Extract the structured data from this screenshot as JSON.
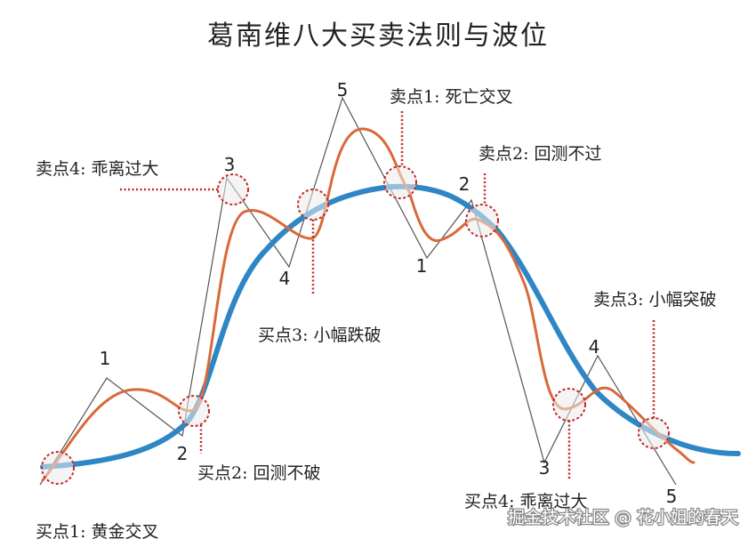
{
  "title": "葛南维八大买卖法则与波位",
  "watermark": "掘金技术社区 @ 花小姐的春天",
  "colors": {
    "ma_line": "#2e87c4",
    "price_line": "#d9693a",
    "wave_line": "#555555",
    "marker": "#c62828"
  },
  "labels": {
    "buy1": "买点1: 黄金交叉",
    "buy2": "买点2: 回测不破",
    "buy3": "买点3: 小幅跌破",
    "buy4": "买点4: 乖离过大",
    "sell1": "卖点1: 死亡交叉",
    "sell2": "卖点2: 回测不过",
    "sell3": "卖点3: 小幅突破",
    "sell4": "卖点4: 乖离过大"
  },
  "waves": {
    "up1": "1",
    "up2": "2",
    "up3": "3",
    "up4": "4",
    "up5": "5",
    "down1": "1",
    "down2": "2",
    "down3": "3",
    "down4": "4",
    "down5": "5"
  }
}
